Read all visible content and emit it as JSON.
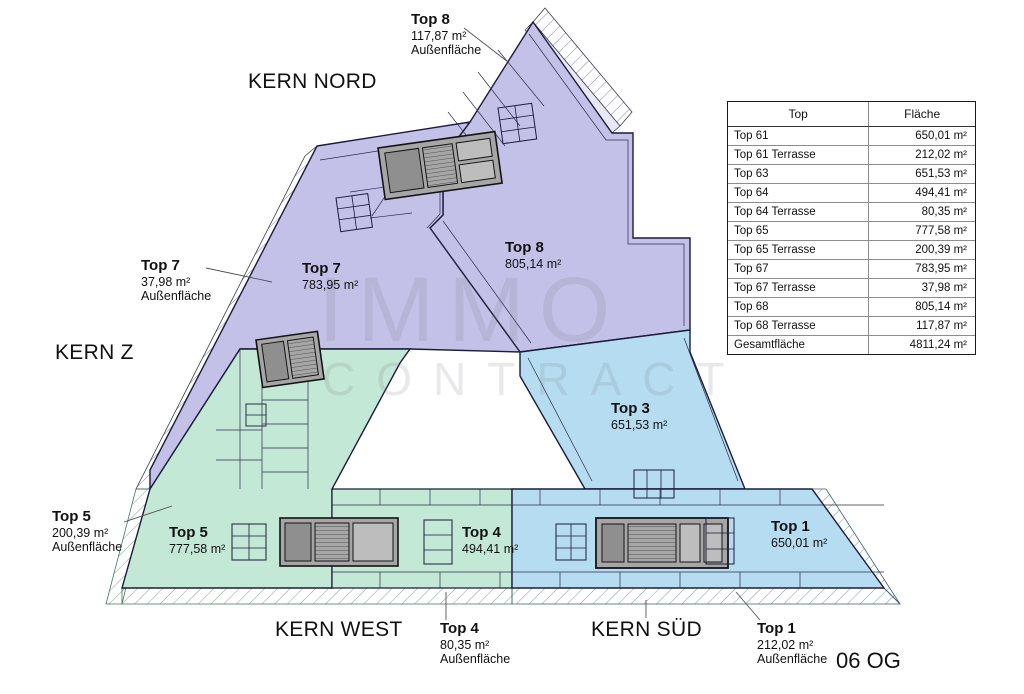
{
  "document": {
    "floor_label": "06 OG",
    "watermark_line1": "IMMO",
    "watermark_line2": "CONTRACT"
  },
  "cores": [
    {
      "name": "kern-nord",
      "label": "KERN NORD"
    },
    {
      "name": "kern-z",
      "label": "KERN Z"
    },
    {
      "name": "kern-west",
      "label": "KERN WEST"
    },
    {
      "name": "kern-sued",
      "label": "KERN SÜD"
    }
  ],
  "unit_labels": [
    {
      "name": "top8-outdoor",
      "title": "Top 8",
      "area": "117,87 m²",
      "kind": "Außenfläche"
    },
    {
      "name": "top7-outdoor",
      "title": "Top 7",
      "area": "37,98 m²",
      "kind": "Außenfläche"
    },
    {
      "name": "top5-outdoor",
      "title": "Top 5",
      "area": "200,39 m²",
      "kind": "Außenfläche"
    },
    {
      "name": "top4-outdoor",
      "title": "Top 4",
      "area": "80,35 m²",
      "kind": "Außenfläche"
    },
    {
      "name": "top1-outdoor",
      "title": "Top 1",
      "area": "212,02 m²",
      "kind": "Außenfläche"
    },
    {
      "name": "top7-interior",
      "title": "Top 7",
      "area": "783,95 m²",
      "kind": ""
    },
    {
      "name": "top8-interior",
      "title": "Top 8",
      "area": "805,14 m²",
      "kind": ""
    },
    {
      "name": "top3-interior",
      "title": "Top 3",
      "area": "651,53 m²",
      "kind": ""
    },
    {
      "name": "top5-interior",
      "title": "Top 5",
      "area": "777,58 m²",
      "kind": ""
    },
    {
      "name": "top4-interior",
      "title": "Top 4",
      "area": "494,41 m²",
      "kind": ""
    },
    {
      "name": "top1-interior",
      "title": "Top 1",
      "area": "650,01 m²",
      "kind": ""
    }
  ],
  "area_table": {
    "headers": [
      "Top",
      "Fläche"
    ],
    "rows": [
      {
        "top": "Top 61",
        "area": "650,01 m²"
      },
      {
        "top": "Top 61 Terrasse",
        "area": "212,02 m²"
      },
      {
        "top": "Top 63",
        "area": "651,53 m²"
      },
      {
        "top": "Top 64",
        "area": "494,41 m²"
      },
      {
        "top": "Top 64 Terrasse",
        "area": "80,35 m²"
      },
      {
        "top": "Top 65",
        "area": "777,58 m²"
      },
      {
        "top": "Top 65 Terrasse",
        "area": "200,39 m²"
      },
      {
        "top": "Top 67",
        "area": "783,95 m²"
      },
      {
        "top": "Top 67 Terrasse",
        "area": "37,98 m²"
      },
      {
        "top": "Top 68",
        "area": "805,14 m²"
      },
      {
        "top": "Top 68 Terrasse",
        "area": "117,87 m²"
      },
      {
        "top": "Gesamtfläche",
        "area": "4811,24 m²"
      }
    ]
  },
  "colors": {
    "unit_purple": "#c4c1e8",
    "unit_blue": "#b5dcf1",
    "unit_green": "#c3e8d5",
    "core_gray": "#a6a6a6",
    "outline": "#1b1b3a",
    "terrace_hatch": "#6a6a8a"
  }
}
